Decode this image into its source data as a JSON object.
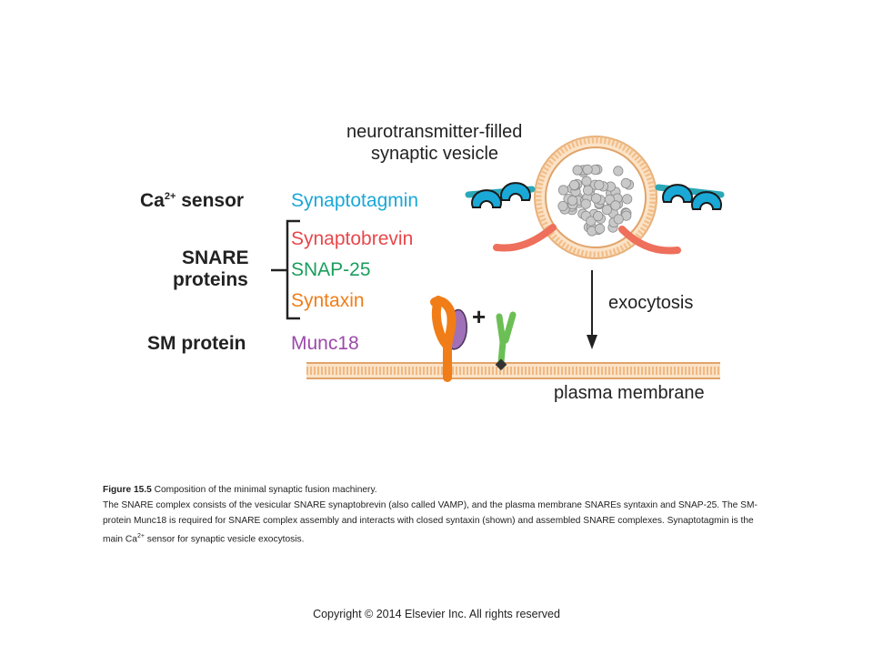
{
  "labels": {
    "vesicle_line1": "neurotransmitter-filled",
    "vesicle_line2": "synaptic vesicle",
    "ca_sensor_prefix": "Ca",
    "ca_sensor_sup": "2+",
    "ca_sensor_suffix": " sensor",
    "snare_line1": "SNARE",
    "snare_line2": "proteins",
    "sm_protein": "SM protein",
    "exocytosis": "exocytosis",
    "plasma_membrane": "plasma membrane"
  },
  "proteins": {
    "synaptotagmin": "Synaptotagmin",
    "synaptobrevin": "Synaptobrevin",
    "snap25": "SNAP-25",
    "syntaxin": "Syntaxin",
    "munc18": "Munc18",
    "plus": "+"
  },
  "colors": {
    "synaptotagmin": "#1aa8d6",
    "synaptobrevin": "#e8474a",
    "snap25": "#1a9e5e",
    "syntaxin": "#f07d18",
    "munc18": "#9b4aa8",
    "membrane": "#f6c99b",
    "membrane_stroke": "#e0a46a"
  },
  "caption": {
    "figure_number": "Figure 15.5",
    "figure_title": " Composition  of the minimal  synaptic fusion machinery.",
    "body_part1": "The SNARE complex consists of the vesicular SNARE synaptobrevin (also called VAMP), and the plasma  membrane SNAREs syntaxin and SNAP-25. The SM-protein  Munc18 is required for SNARE complex assembly and interacts with closed syntaxin (shown) and assembled SNARE complexes. Synaptotagmin  is the main Ca",
    "body_sup": "2+",
    "body_part2": " sensor for synaptic vesicle exocytosis."
  },
  "copyright": "Copyright © 2014  Elsevier Inc. All rights reserved"
}
